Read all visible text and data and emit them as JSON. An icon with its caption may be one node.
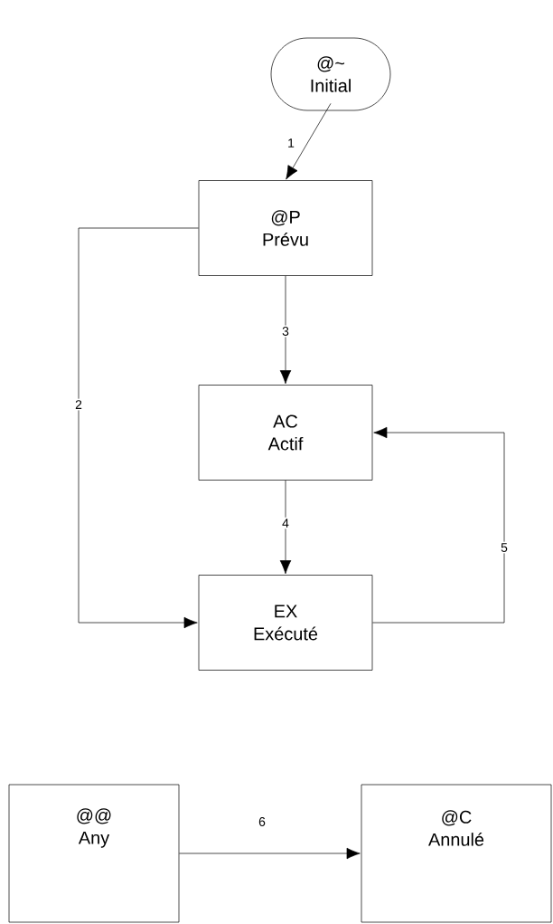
{
  "diagram": {
    "nodes": [
      {
        "text": [
          "@~",
          "Initial"
        ]
      },
      {
        "text": [
          "@P",
          "Prévu"
        ]
      },
      {
        "text": [
          "AC",
          "Actif"
        ]
      },
      {
        "text": [
          "EX",
          "Exécuté"
        ]
      },
      {
        "text": [
          "@@",
          "Any"
        ]
      },
      {
        "text": [
          "@C",
          "Annulé"
        ]
      }
    ],
    "edges": [
      {
        "from": 0,
        "to": 1,
        "arrow": "to",
        "label": "1"
      },
      {
        "from": 1,
        "to": 3,
        "arrow": "to",
        "label": "2"
      },
      {
        "from": 1,
        "to": 2,
        "arrow": "to",
        "label": "3"
      },
      {
        "from": 2,
        "to": 3,
        "arrow": "to",
        "label": "4"
      },
      {
        "from": 3,
        "to": 2,
        "arrow": "to",
        "label": "5"
      },
      {
        "from": 4,
        "to": 5,
        "arrow": "to",
        "label": "6"
      }
    ]
  }
}
